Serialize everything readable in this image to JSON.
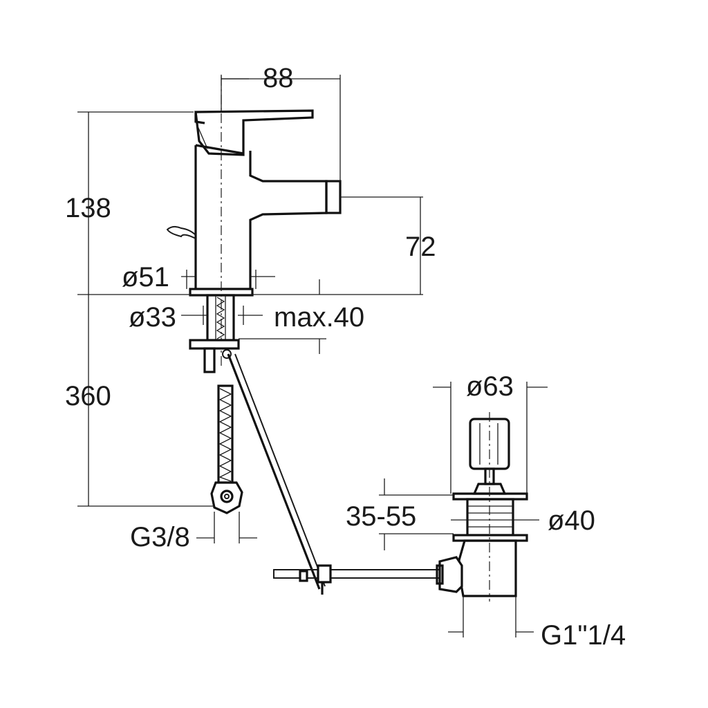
{
  "diagram": {
    "colors": {
      "ink": "#1a1a1a",
      "background": "#ffffff"
    },
    "dimensions": {
      "width_88": "88",
      "height_138": "138",
      "spout_72": "72",
      "base_d51": "ø51",
      "hole_d33": "ø33",
      "deck_max40": "max.40",
      "pipe_360": "360",
      "thread_g38": "G3/8",
      "waste_d63": "ø63",
      "range_35_55": "35-55",
      "waste_d40": "ø40",
      "thread_g1_1_4": "G1\"1/4"
    }
  }
}
